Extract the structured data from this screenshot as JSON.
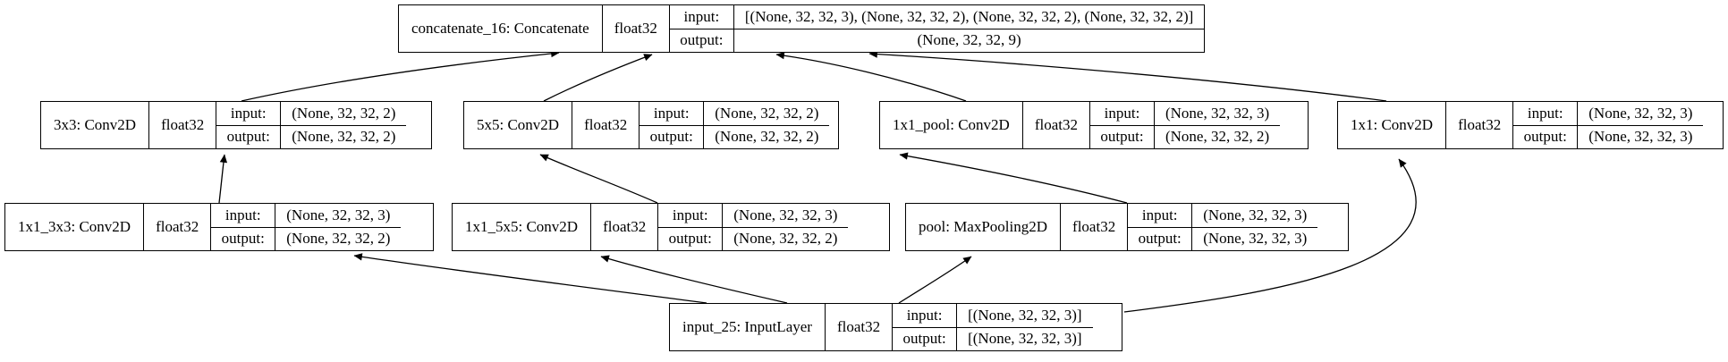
{
  "diagram": {
    "title": "keras-model-plot-inception-module",
    "labels": {
      "input": "input:",
      "output": "output:"
    },
    "nodes": [
      {
        "id": "concatenate_16",
        "name": "concatenate_16: Concatenate",
        "dtype": "float32",
        "input": "[(None, 32, 32, 3), (None, 32, 32, 2), (None, 32, 32, 2), (None, 32, 32, 2)]",
        "output": "(None, 32, 32, 9)"
      },
      {
        "id": "3x3",
        "name": "3x3: Conv2D",
        "dtype": "float32",
        "input": "(None, 32, 32, 2)",
        "output": "(None, 32, 32, 2)"
      },
      {
        "id": "5x5",
        "name": "5x5: Conv2D",
        "dtype": "float32",
        "input": "(None, 32, 32, 2)",
        "output": "(None, 32, 32, 2)"
      },
      {
        "id": "1x1_pool",
        "name": "1x1_pool: Conv2D",
        "dtype": "float32",
        "input": "(None, 32, 32, 3)",
        "output": "(None, 32, 32, 2)"
      },
      {
        "id": "1x1",
        "name": "1x1: Conv2D",
        "dtype": "float32",
        "input": "(None, 32, 32, 3)",
        "output": "(None, 32, 32, 3)"
      },
      {
        "id": "1x1_3x3",
        "name": "1x1_3x3: Conv2D",
        "dtype": "float32",
        "input": "(None, 32, 32, 3)",
        "output": "(None, 32, 32, 2)"
      },
      {
        "id": "1x1_5x5",
        "name": "1x1_5x5: Conv2D",
        "dtype": "float32",
        "input": "(None, 32, 32, 3)",
        "output": "(None, 32, 32, 2)"
      },
      {
        "id": "pool",
        "name": "pool: MaxPooling2D",
        "dtype": "float32",
        "input": "(None, 32, 32, 3)",
        "output": "(None, 32, 32, 3)"
      },
      {
        "id": "input_25",
        "name": "input_25: InputLayer",
        "dtype": "float32",
        "input": "[(None, 32, 32, 3)]",
        "output": "[(None, 32, 32, 3)]"
      }
    ],
    "edges": [
      {
        "from": "input_25",
        "to": "1x1_3x3"
      },
      {
        "from": "input_25",
        "to": "1x1_5x5"
      },
      {
        "from": "input_25",
        "to": "pool"
      },
      {
        "from": "input_25",
        "to": "1x1"
      },
      {
        "from": "1x1_3x3",
        "to": "3x3"
      },
      {
        "from": "1x1_5x5",
        "to": "5x5"
      },
      {
        "from": "pool",
        "to": "1x1_pool"
      },
      {
        "from": "3x3",
        "to": "concatenate_16"
      },
      {
        "from": "5x5",
        "to": "concatenate_16"
      },
      {
        "from": "1x1_pool",
        "to": "concatenate_16"
      },
      {
        "from": "1x1",
        "to": "concatenate_16"
      }
    ],
    "colors": {
      "stroke": "#000000",
      "fill": "#ffffff",
      "text": "#000000"
    }
  }
}
